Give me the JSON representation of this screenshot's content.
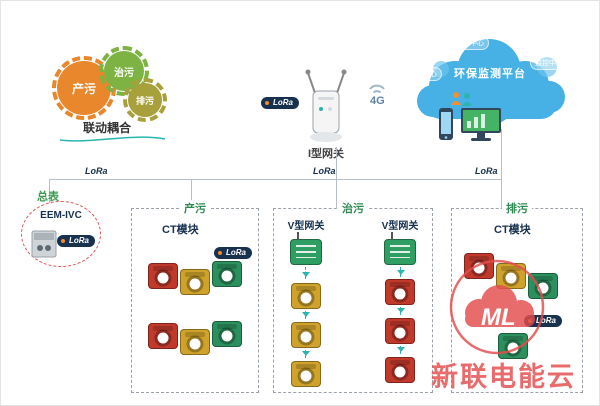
{
  "gears": {
    "caption": "联动耦合",
    "items": [
      {
        "label": "产污",
        "color": "#e8872b"
      },
      {
        "label": "治污",
        "color": "#7cb342"
      },
      {
        "label": "排污",
        "color": "#a8a03a"
      }
    ]
  },
  "gateway": {
    "label": "I型网关",
    "lora": "LoRa",
    "net": "4G"
  },
  "cloud": {
    "title": "环保监测平台",
    "nodes": [
      "数据中心",
      "运维中心",
      "监控中心"
    ],
    "color": "#47b0e4"
  },
  "bus": {
    "lora_left": "LoRa",
    "lora_center": "LoRa",
    "lora_right": "LoRa"
  },
  "meter": {
    "label": "总表",
    "model": "EEM-IVC",
    "lora": "LoRa"
  },
  "zones": {
    "chanwu": {
      "label": "产污",
      "module": "CT模块",
      "lora": "LoRa",
      "row1": [
        "#c0392b",
        "#cfa32b",
        "#2c8f5e"
      ],
      "row2": [
        "#c0392b",
        "#cfa32b",
        "#2c8f5e"
      ]
    },
    "zhiwu": {
      "label": "治污",
      "col1": {
        "title": "V型网关",
        "gw_color": "#2f9e62",
        "dev_color": "#cfa32b"
      },
      "col2": {
        "title": "V型网关",
        "gw_color": "#2f9e62",
        "dev_color": "#c0392b"
      }
    },
    "paiwu": {
      "label": "排污",
      "module": "CT模块",
      "lora": "LoRa",
      "devices": [
        "#c0392b",
        "#cfa32b",
        "#2c8f5e"
      ],
      "extra_device": "#2c8f5e"
    }
  },
  "watermark": {
    "logo": "ML",
    "text": "新联电能云",
    "color": "#e34d4d"
  }
}
